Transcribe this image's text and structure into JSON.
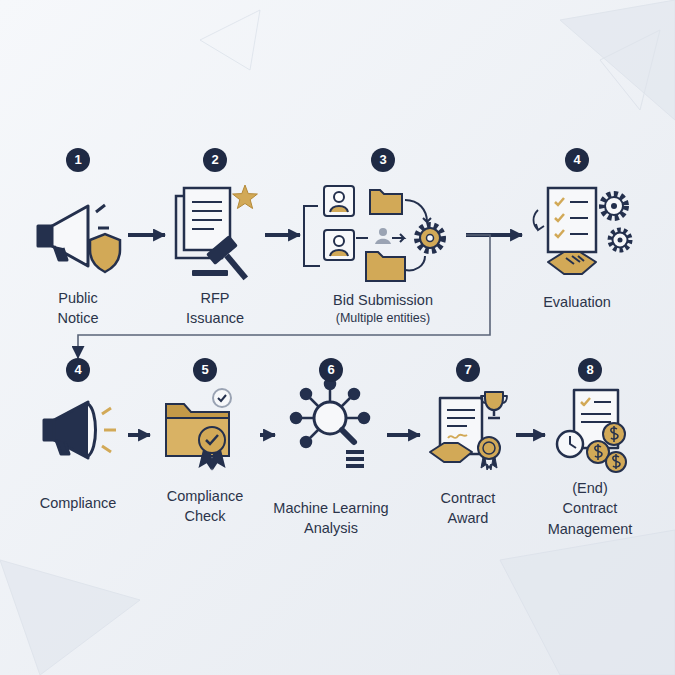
{
  "diagram": {
    "nodes": [
      {
        "text": [
          "1",
          "Public Notice"
        ]
      },
      {
        "text": [
          "2",
          "RFP Issuance"
        ]
      },
      {
        "text": [
          "3",
          "Bid Submission",
          "(Multiple entities)"
        ]
      },
      {
        "text": [
          "4",
          "Evaluation"
        ]
      },
      {
        "text": [
          "4",
          "Compliance"
        ]
      },
      {
        "text": [
          "5",
          "Compliance Check"
        ]
      },
      {
        "text": [
          "6",
          "Machine Learning Analysis"
        ]
      },
      {
        "text": [
          "7",
          "Contract Award"
        ]
      },
      {
        "text": [
          "8",
          "(End)",
          "Contract Management"
        ]
      }
    ],
    "edges": [
      {
        "from": 0,
        "to": 1,
        "arrow": "to"
      },
      {
        "from": 1,
        "to": 2,
        "arrow": "to"
      },
      {
        "from": 2,
        "to": 3,
        "arrow": "to"
      },
      {
        "from": 2,
        "to": 4,
        "arrow": "to"
      },
      {
        "from": 4,
        "to": 5,
        "arrow": "to"
      },
      {
        "from": 5,
        "to": 6,
        "arrow": "to"
      },
      {
        "from": 6,
        "to": 7,
        "arrow": "to"
      },
      {
        "from": 7,
        "to": 8,
        "arrow": "to"
      }
    ]
  }
}
